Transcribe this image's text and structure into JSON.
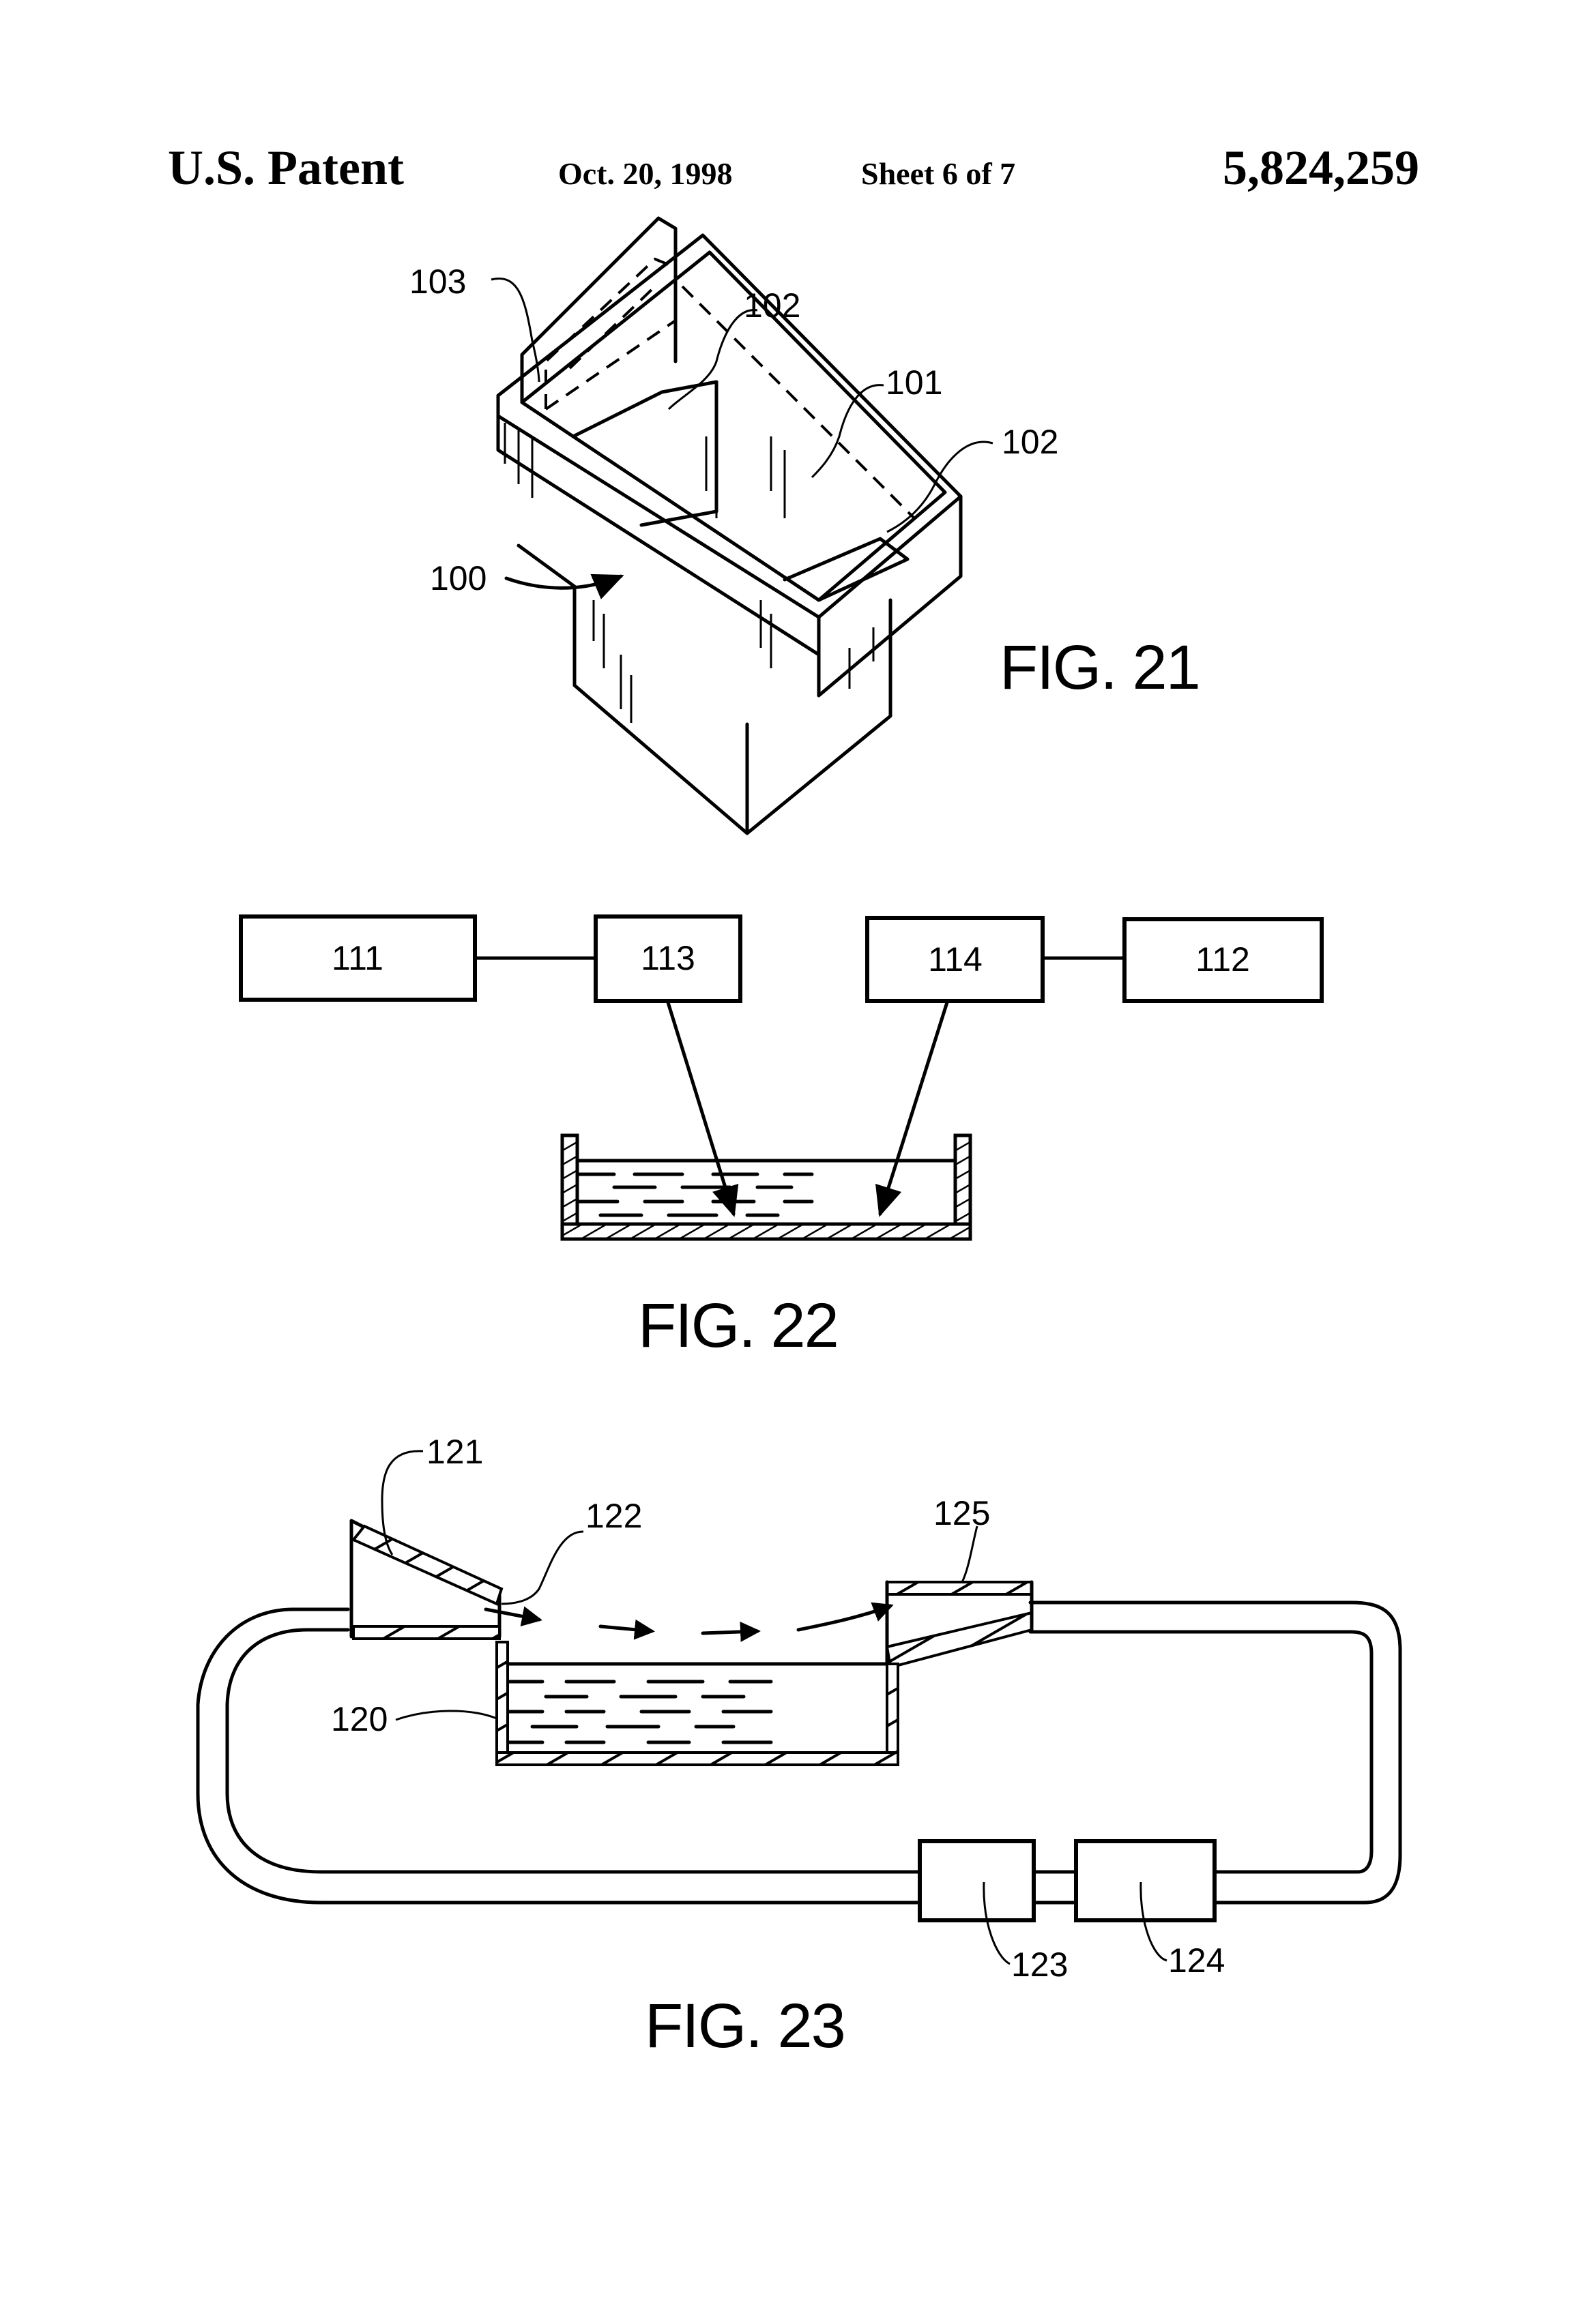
{
  "header": {
    "left": "U.S. Patent",
    "date": "Oct. 20, 1998",
    "sheet": "Sheet 6 of 7",
    "patent_number": "5,824,259"
  },
  "fig21": {
    "caption": "FIG. 21",
    "labels": {
      "l100": "100",
      "l101": "101",
      "l102a": "102",
      "l102b": "102",
      "l103": "103"
    }
  },
  "fig22": {
    "caption": "FIG. 22",
    "boxes": {
      "b111": "111",
      "b113": "113",
      "b114": "114",
      "b112": "112"
    }
  },
  "fig23": {
    "caption": "FIG. 23",
    "labels": {
      "l120": "120",
      "l121": "121",
      "l122": "122",
      "l123": "123",
      "l124": "124",
      "l125": "125"
    }
  }
}
